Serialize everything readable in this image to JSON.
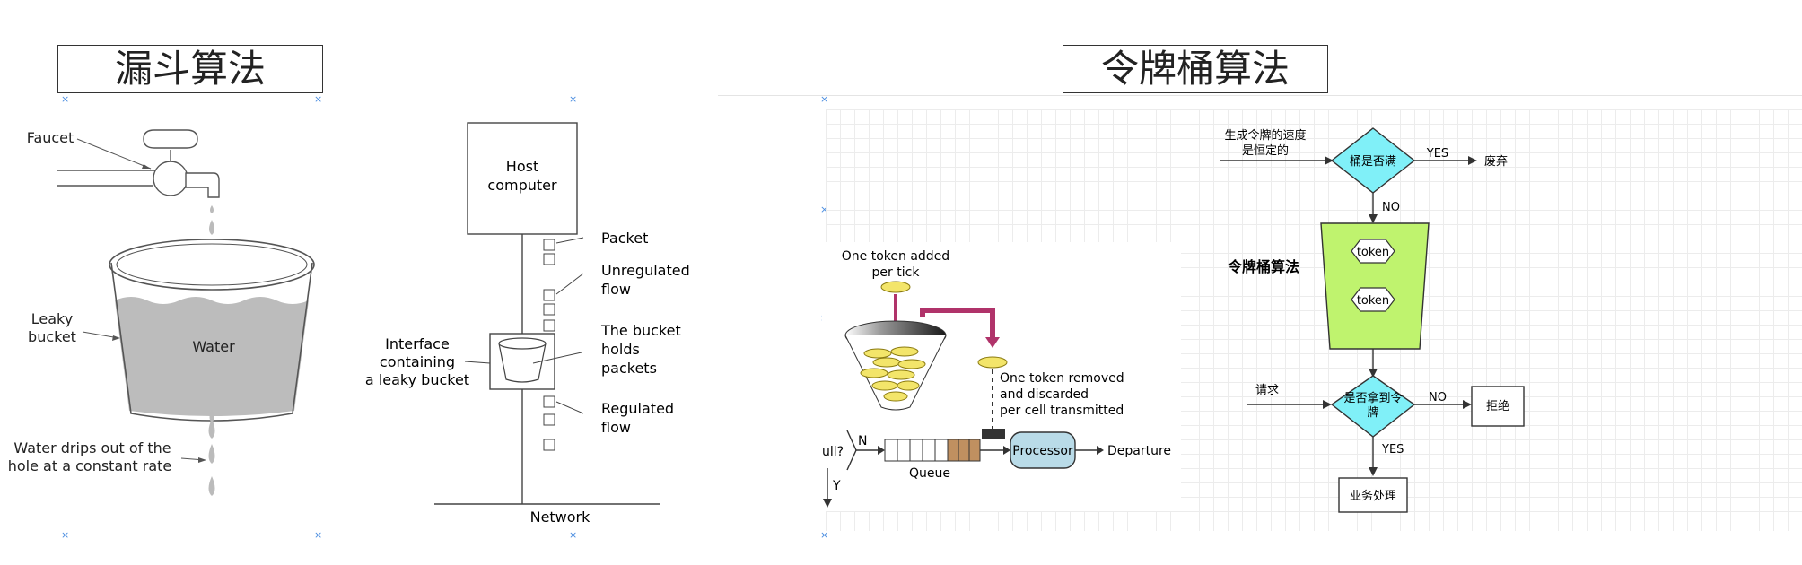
{
  "titles": {
    "left": "漏斗算法",
    "right": "令牌桶算法"
  },
  "leaky_bucket": {
    "faucet": "Faucet",
    "leaky_line1": "Leaky",
    "leaky_line2": "bucket",
    "water": "Water",
    "drips_line1": "Water drips out of the",
    "drips_line2": "hole at a constant rate"
  },
  "network_diagram": {
    "host_line1": "Host",
    "host_line2": "computer",
    "packet": "Packet",
    "unregulated_line1": "Unregulated",
    "unregulated_line2": "flow",
    "bucket_line1": "The bucket",
    "bucket_line2": "holds",
    "bucket_line3": "packets",
    "interface_line1": "Interface",
    "interface_line2": "containing",
    "interface_line3": "a leaky bucket",
    "regulated_line1": "Regulated",
    "regulated_line2": "flow",
    "network": "Network"
  },
  "token_diagram": {
    "added_line1": "One token added",
    "added_line2": "per tick",
    "removed_line1": "One token removed",
    "removed_line2": "and discarded",
    "removed_line3": "per cell transmitted",
    "full": "ull?",
    "n": "N",
    "y": "Y",
    "queue": "Queue",
    "processor": "Processor",
    "departure": "Departure"
  },
  "flowchart": {
    "rate_line1": "生成令牌的速度",
    "rate_line2": "是恒定的",
    "bucket_full": "桶是否满",
    "yes1": "YES",
    "discard": "废弃",
    "no1": "NO",
    "algo_label": "令牌桶算法",
    "token1": "token",
    "token2": "token",
    "request": "请求",
    "get_token_line1": "是否拿到令",
    "get_token_line2": "牌",
    "no2": "NO",
    "reject": "拒绝",
    "yes2": "YES",
    "process": "业务处理"
  },
  "colors": {
    "diamond": "#80f0f8",
    "bucket": "#bff36e",
    "water": "#bcbcbc",
    "processor": "#b9dbe8",
    "token_arrow": "#b0336a",
    "coin": "#f3e56a",
    "queue_brown": "#c09060"
  },
  "marker": "×"
}
